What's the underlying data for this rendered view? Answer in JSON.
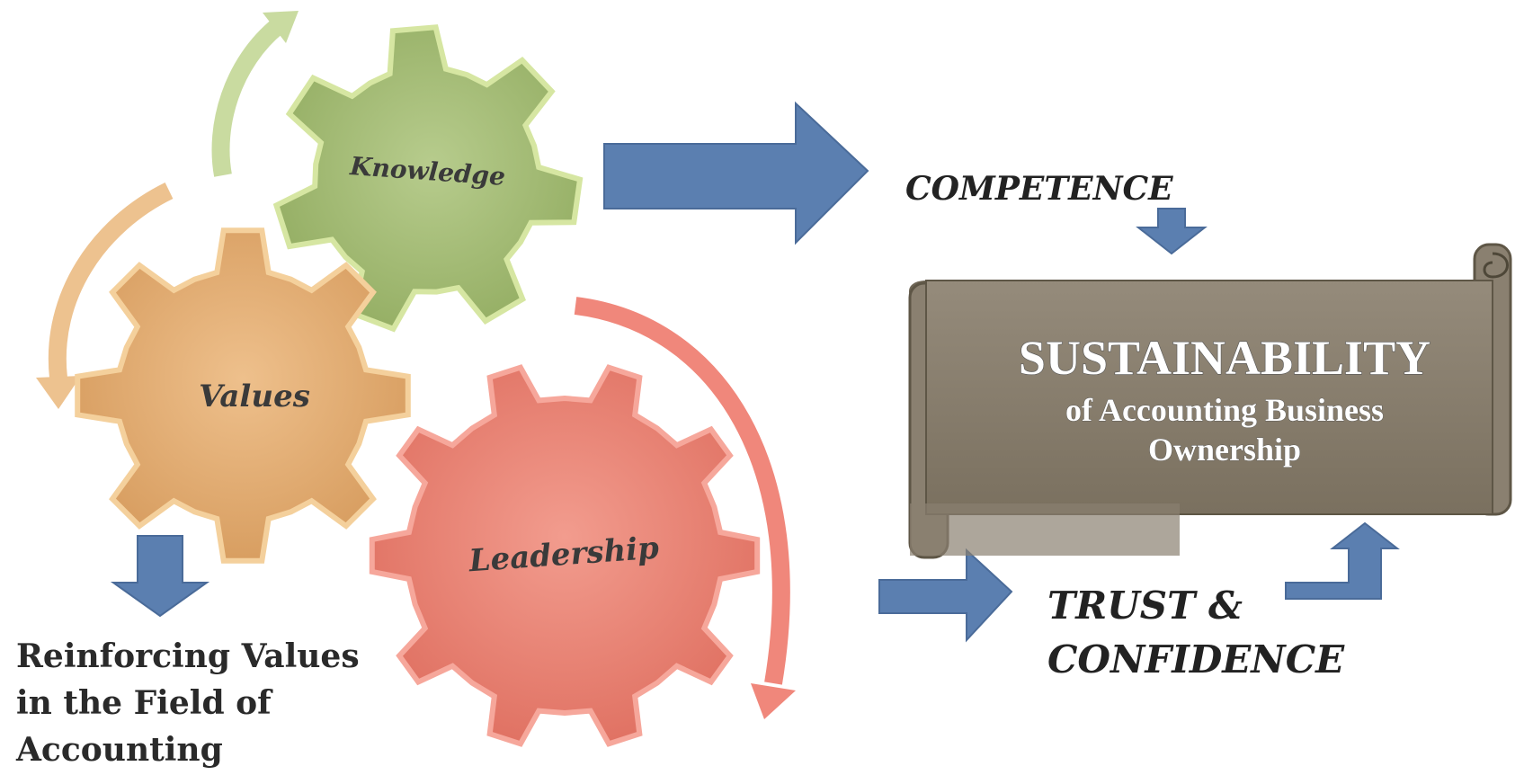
{
  "gears": {
    "knowledge": "Knowledge",
    "values": "Values",
    "leadership": "Leadership"
  },
  "outcomes": {
    "competence": "COMPETENCE",
    "trust_line1": "TRUST &",
    "trust_line2": "CONFIDENCE"
  },
  "scroll": {
    "title": "SUSTAINABILITY",
    "subtitle_line1": "of Accounting Business",
    "subtitle_line2": "Ownership"
  },
  "reinforcing": {
    "line1": "Reinforcing Values",
    "line2": "in the Field of",
    "line3": "Accounting"
  },
  "colors": {
    "knowledge_gear": "#a8c07a",
    "values_gear": "#e4b078",
    "leadership_gear": "#ec8a7c",
    "block_arrow": "#5b7fb0",
    "scroll": "#8a8070"
  }
}
